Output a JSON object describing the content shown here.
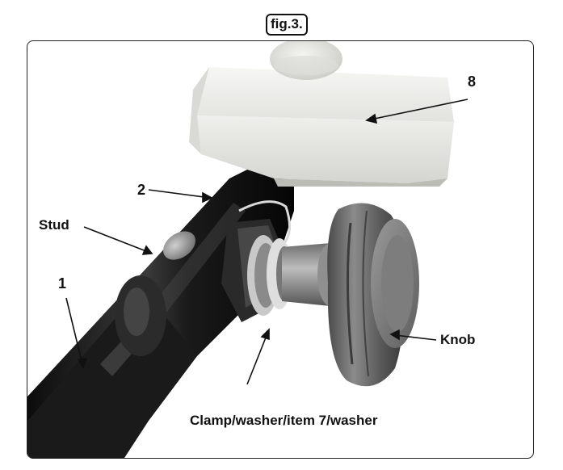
{
  "figure_label": "fig.3.",
  "callouts": {
    "part_8": "8",
    "part_2": "2",
    "stud": "Stud",
    "part_1": "1",
    "knob": "Knob",
    "clamp_stack": "Clamp/washer/item 7/washer"
  }
}
